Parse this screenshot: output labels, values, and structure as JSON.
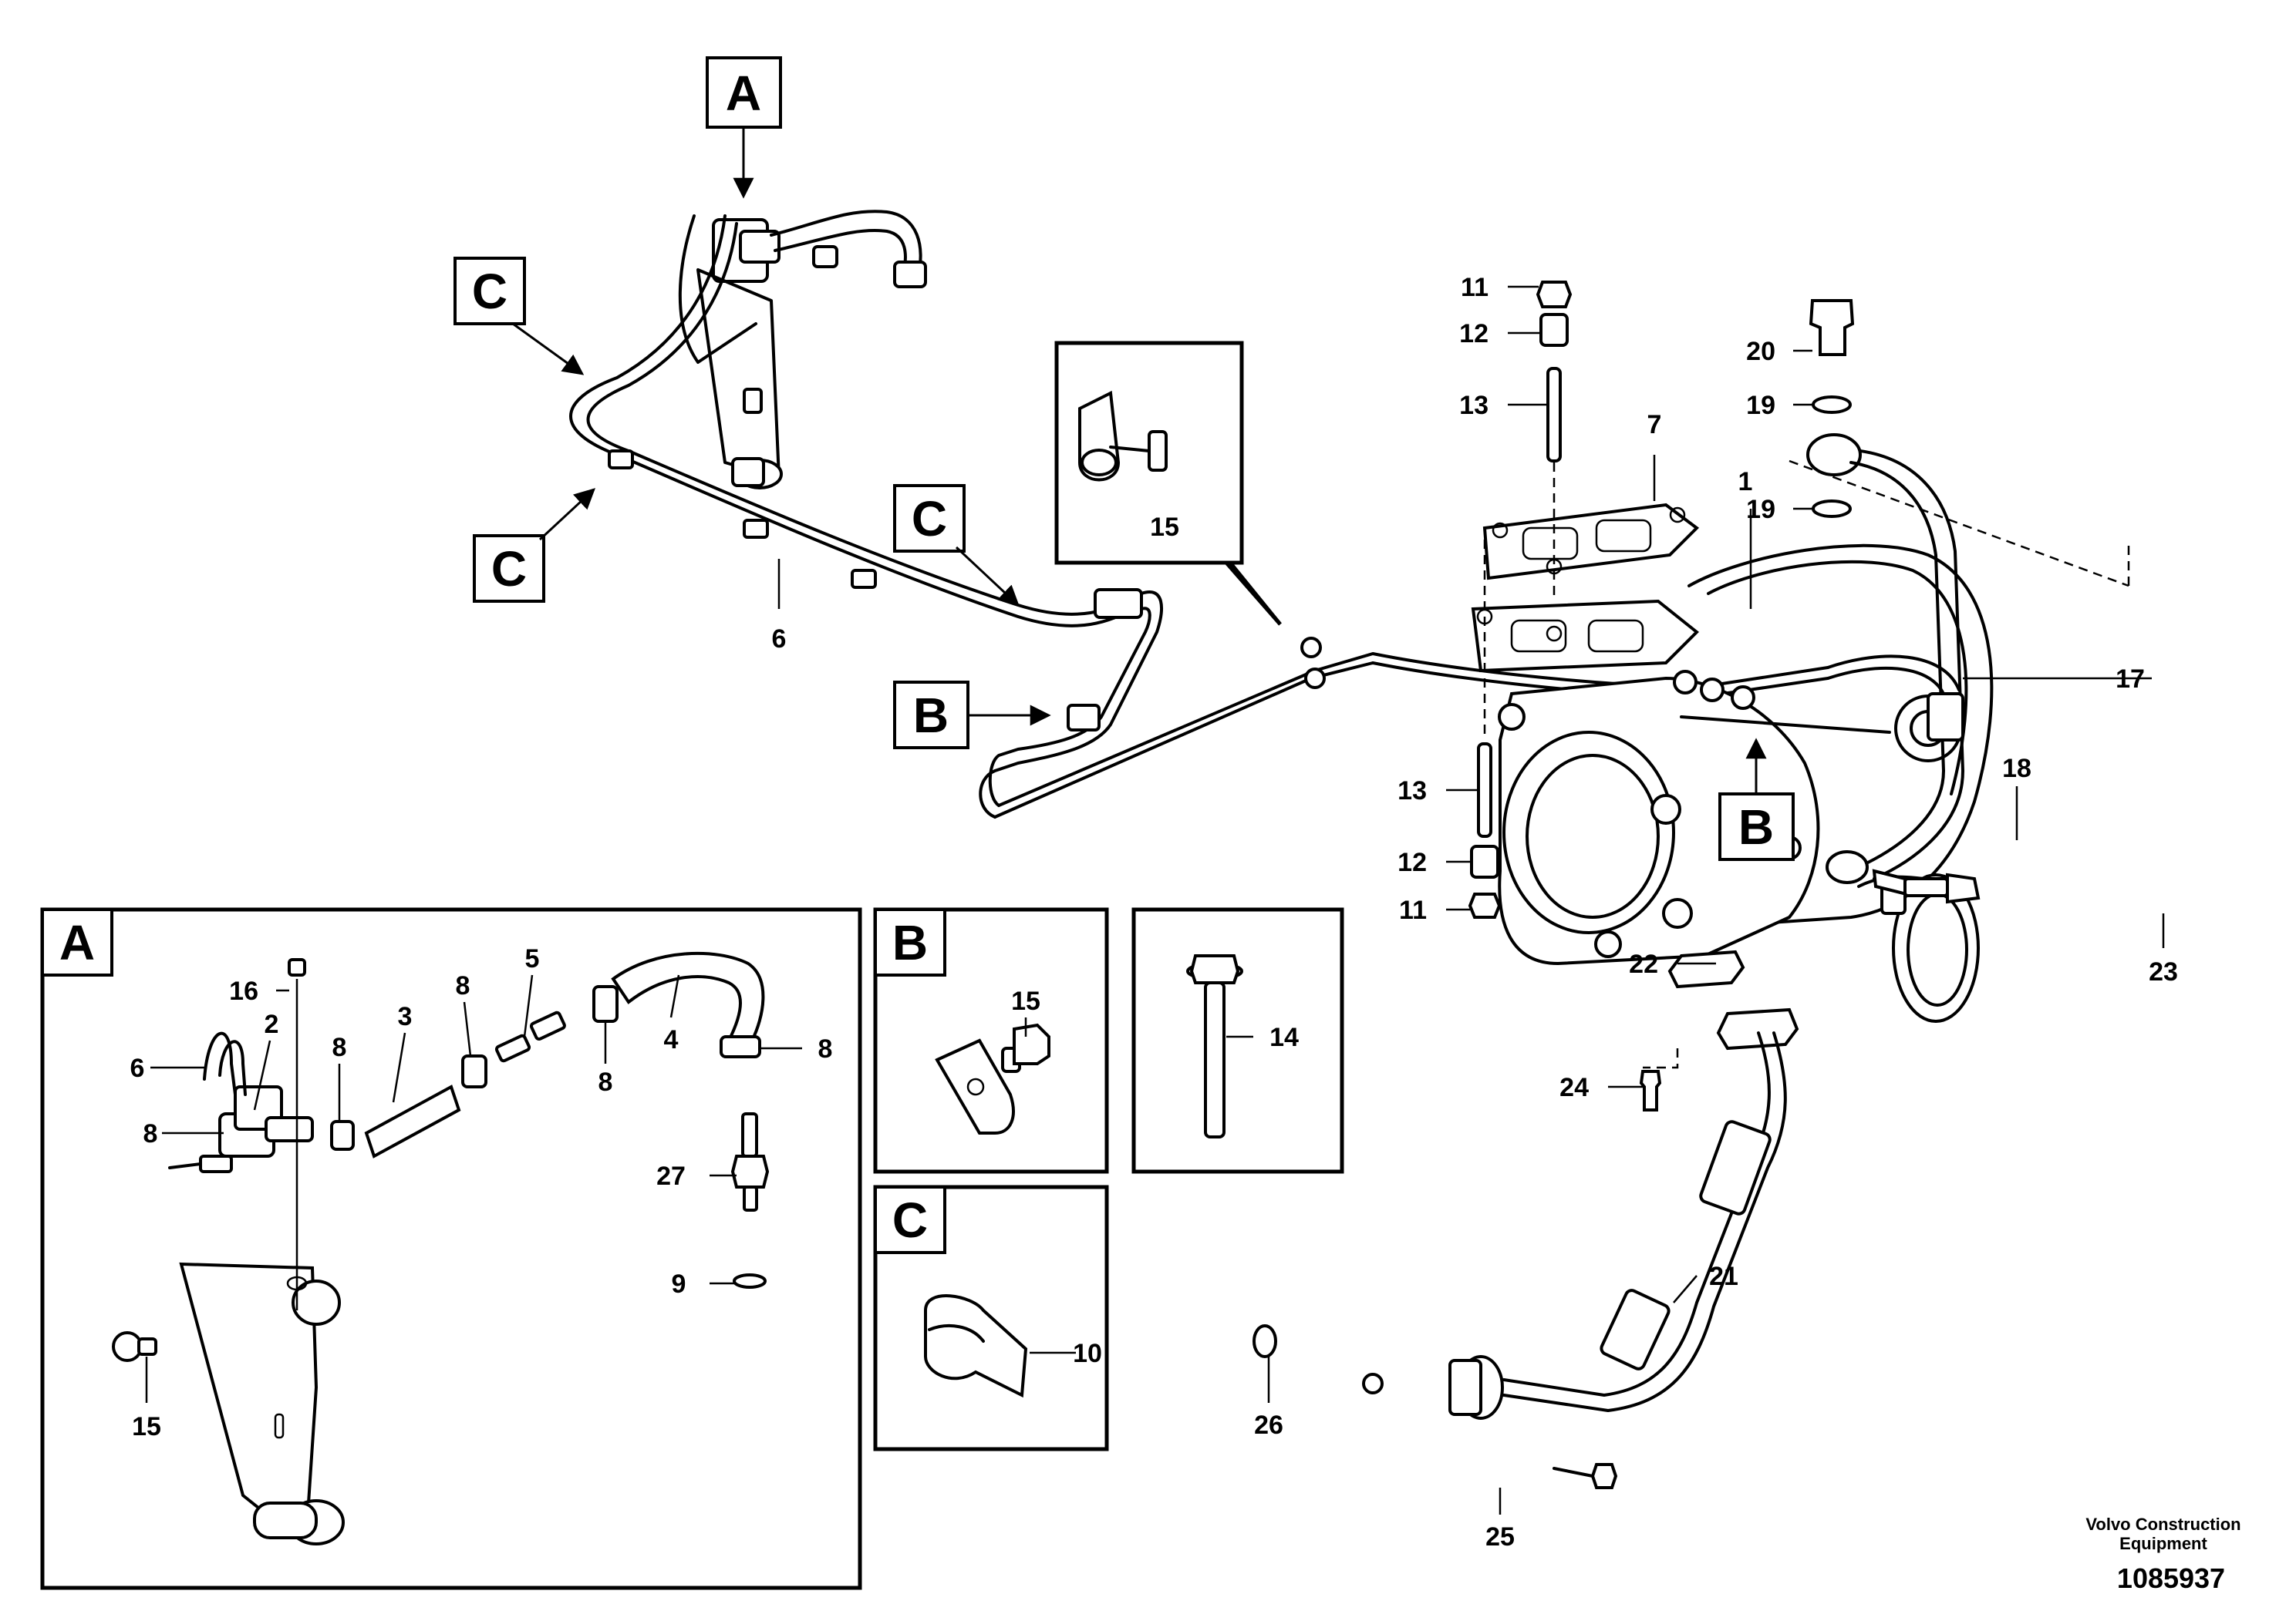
{
  "callout_letters": {
    "a": "A",
    "b": "B",
    "c": "C"
  },
  "main_view": {
    "part_numbers": [
      "1",
      "6",
      "7",
      "11",
      "12",
      "13",
      "13",
      "12",
      "11",
      "15",
      "17",
      "18",
      "19",
      "19",
      "20",
      "21",
      "22",
      "23",
      "24",
      "25",
      "26"
    ]
  },
  "detail_a": {
    "part_numbers": [
      "16",
      "2",
      "6",
      "8",
      "8",
      "3",
      "8",
      "5",
      "4",
      "8",
      "8",
      "27",
      "9",
      "15"
    ]
  },
  "detail_b": {
    "part_numbers": [
      "15"
    ]
  },
  "detail_c": {
    "part_numbers": [
      "10"
    ]
  },
  "detail_14": {
    "part_numbers": [
      "14"
    ]
  },
  "footer": {
    "company_line1": "Volvo Construction",
    "company_line2": "Equipment",
    "drawing_number": "1085937"
  }
}
